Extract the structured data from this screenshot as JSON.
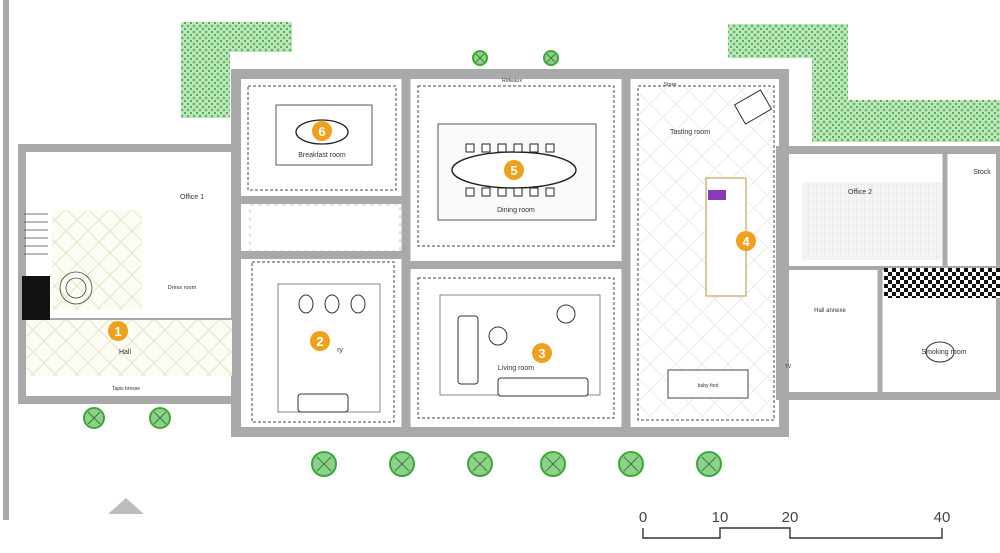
{
  "rooms": {
    "hall": {
      "number": "1",
      "label": "Hall"
    },
    "library": {
      "number": "2",
      "label": "ry"
    },
    "living": {
      "number": "3",
      "label": "Living room"
    },
    "tasting": {
      "number": "4",
      "label": "Tasting room"
    },
    "dining": {
      "number": "5",
      "label": "Dining room"
    },
    "breakfast": {
      "number": "6",
      "label": "Breakfast room"
    },
    "office1": {
      "label": "Office 1"
    },
    "office2": {
      "label": "Office 2"
    },
    "dress": {
      "label": "Dress room"
    },
    "stock": {
      "label": "Stock"
    },
    "hall_annexe": {
      "label": "Hall annexe"
    },
    "smoking": {
      "label": "Smoking room"
    }
  },
  "small_labels": {
    "store": "Store",
    "rideaux": "Rideaux",
    "tapis_brosse": "Tapis brosse",
    "tv": "TV",
    "baby_foot": "baby foot"
  },
  "scale_bar": {
    "ticks": [
      "0",
      "10",
      "20",
      "40"
    ]
  },
  "colors": {
    "badge": "#f0a11c",
    "wall": "#a9a9a9",
    "hedge": "#7fc97f",
    "tree": "#3aaa35"
  }
}
